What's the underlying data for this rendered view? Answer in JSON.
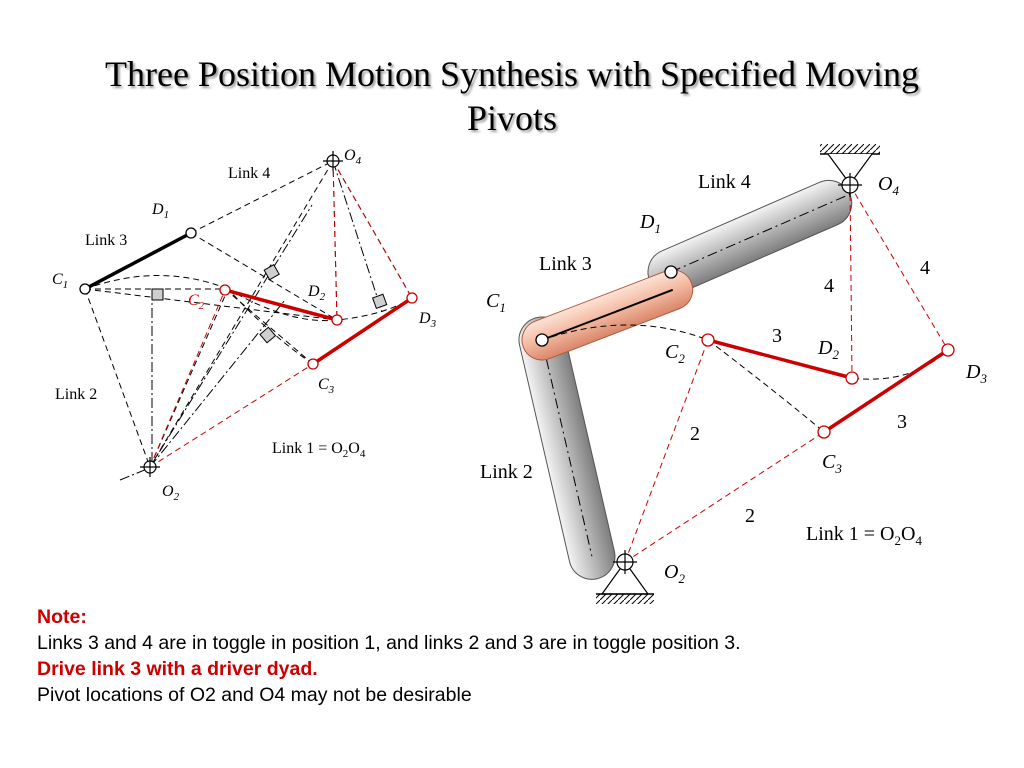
{
  "title_line1": "Three Position Motion Synthesis with Specified Moving",
  "title_line2": "Pivots",
  "left_diagram": {
    "link4": "Link 4",
    "link3": "Link 3",
    "link2": "Link 2",
    "link1": "Link 1 = O",
    "link1_sub_a": "2",
    "link1_mid": "O",
    "link1_sub_b": "4",
    "c1": "C",
    "c1_sub": "1",
    "c2": "C",
    "c2_sub": "2",
    "c3": "C",
    "c3_sub": "3",
    "d1": "D",
    "d1_sub": "1",
    "d2": "D",
    "d2_sub": "2",
    "d3": "D",
    "d3_sub": "3",
    "o2": "O",
    "o2_sub": "2",
    "o4": "O",
    "o4_sub": "4"
  },
  "right_diagram": {
    "link4": "Link 4",
    "link3": "Link 3",
    "link2": "Link 2",
    "link1": "Link 1 = O",
    "link1_sub_a": "2",
    "link1_mid": "O",
    "link1_sub_b": "4",
    "c1": "C",
    "c1_sub": "1",
    "c2": "C",
    "c2_sub": "2",
    "c3": "C",
    "c3_sub": "3",
    "d1": "D",
    "d1_sub": "1",
    "d2": "D",
    "d2_sub": "2",
    "d3": "D",
    "d3_sub": "3",
    "o2": "O",
    "o2_sub": "2",
    "o4": "O",
    "o4_sub": "4",
    "n4a": "4",
    "n4b": "4",
    "n3a": "3",
    "n3b": "3",
    "n2a": "2",
    "n2b": "2"
  },
  "note": {
    "heading": "Note:",
    "line1": "Links 3 and 4 are in toggle in position 1, and links 2 and 3 are in toggle position 3.",
    "line2": "Drive link 3 with a driver dyad.",
    "line3": "Pivot locations of O2 and O4 may not be desirable"
  },
  "colors": {
    "accent_red": "#cc0000",
    "link_gray": "#a8a8a8",
    "link3_salmon": "#f2b8a0"
  }
}
